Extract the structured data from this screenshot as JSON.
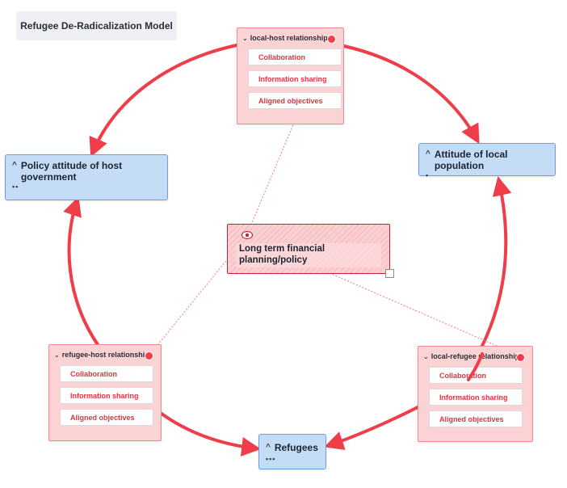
{
  "diagram": {
    "title": "Refugee De-Radicalization Model",
    "entities": {
      "policy": {
        "label": "Policy attitude of host government",
        "dots": "••"
      },
      "attitude": {
        "label": "Attitude of local population",
        "dots": "•"
      },
      "refugees": {
        "label": "Refugees",
        "dots": "•••"
      }
    },
    "relationships": {
      "local_host": {
        "label": "local-host relationship",
        "items": [
          "Collaboration",
          "Information sharing",
          "Aligned objectives"
        ]
      },
      "refugee_host": {
        "label": "refugee-host relationship",
        "items": [
          "Collaboration",
          "Information sharing",
          "Aligned objectives"
        ]
      },
      "local_refugee": {
        "label": "local-refugee relationship",
        "items": [
          "Collaboration",
          "Information sharing",
          "Aligned objectives"
        ]
      }
    },
    "central": {
      "label": "Long term financial planning/policy",
      "icon": "eye-icon"
    },
    "colors": {
      "entity_fill": "#c5dcf7",
      "entity_border": "#6f9fd8",
      "relationship_fill": "#fbd3d5",
      "arrow": "#ef3d4a",
      "item_text": "#e8323f"
    },
    "icons": {
      "collapse": "chevron-up-icon",
      "relationship_toggle": "chevron-down-icon"
    }
  }
}
